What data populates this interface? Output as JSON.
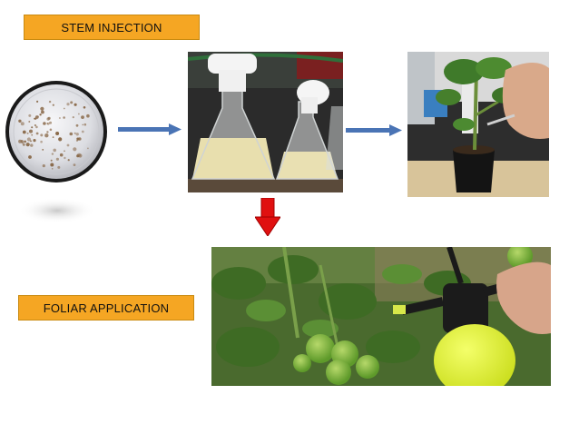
{
  "labels": {
    "stem_injection": "STEM INJECTION",
    "foliar_application": "FOLIAR APPLICATION"
  },
  "colors": {
    "label_fill": "#f5a623",
    "flow_arrow": "#4a74b5",
    "down_arrow": "#e01010"
  },
  "illustrations": [
    "petri-dish-culture",
    "flask-liquid-culture",
    "stem-injection-pot",
    "tomato-sprayer"
  ]
}
